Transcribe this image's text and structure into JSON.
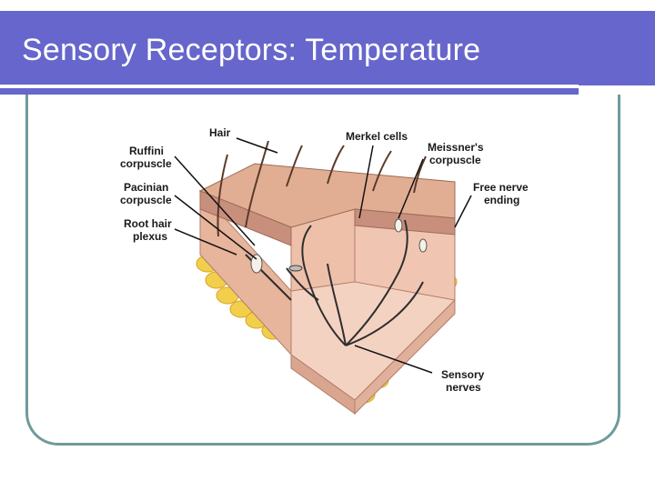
{
  "slide": {
    "title": "Sensory Receptors: Temperature"
  },
  "diagram": {
    "labels": {
      "hair": "Hair",
      "ruffini_1": "Ruffini",
      "ruffini_2": "corpuscle",
      "pacinian_1": "Pacinian",
      "pacinian_2": "corpuscle",
      "root_1": "Root hair",
      "root_2": "plexus",
      "merkel": "Merkel cells",
      "meissner_1": "Meissner's",
      "meissner_2": "corpuscle",
      "free_1": "Free nerve",
      "free_2": "ending",
      "sensory_1": "Sensory",
      "sensory_2": "nerves"
    }
  },
  "colors": {
    "title_bg": "#6666cc",
    "frame": "#6f9a9a",
    "skin_top": "#e9b79a",
    "dermis": "#f1c9b4",
    "fat": "#f2cf4a"
  }
}
